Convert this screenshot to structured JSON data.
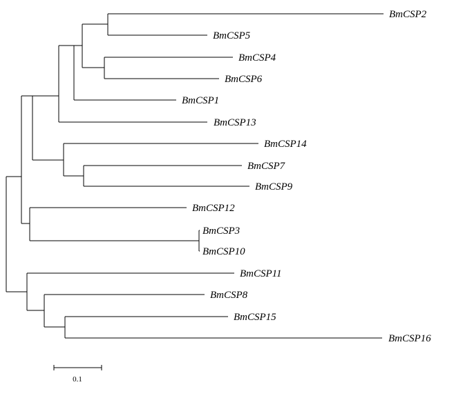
{
  "tree": {
    "taxa": [
      "BmCSP2",
      "BmCSP5",
      "BmCSP4",
      "BmCSP6",
      "BmCSP1",
      "BmCSP13",
      "BmCSP14",
      "BmCSP7",
      "BmCSP9",
      "BmCSP12",
      "BmCSP3",
      "BmCSP10",
      "BmCSP11",
      "BmCSP8",
      "BmCSP15",
      "BmCSP16"
    ],
    "line_color": "#000000",
    "text_color": "#000000"
  },
  "scale_bar": {
    "label": "0.1"
  }
}
